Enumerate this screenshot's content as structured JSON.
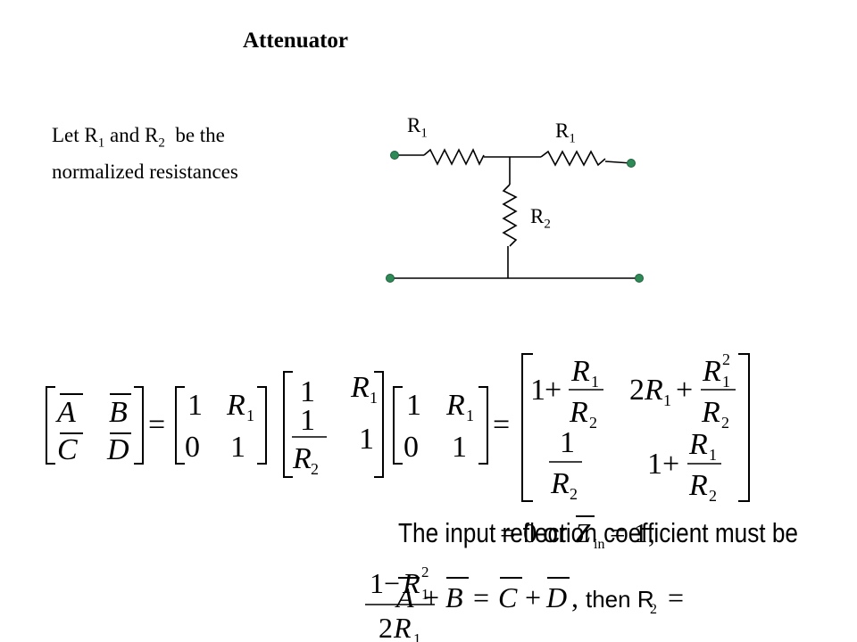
{
  "title": "Attenuator",
  "intro": {
    "line1_pre": "Let R",
    "line1_sub1": "1",
    "line1_mid": " and R",
    "line1_sub2": "2",
    "line1_post": "  be the",
    "line2": "normalized resistances"
  },
  "circuit": {
    "r1_left": {
      "base": "R",
      "sub": "1"
    },
    "r1_right": {
      "base": "R",
      "sub": "1"
    },
    "r2": {
      "base": "R",
      "sub": "2"
    }
  },
  "matrix_eq": {
    "A": "A",
    "B": "B",
    "C": "C",
    "D": "D",
    "one": "1",
    "zero": "0",
    "R": "R",
    "sub1": "1",
    "sub2": "2",
    "sup2": "2",
    "two": "2",
    "plus": "+",
    "eq": "="
  },
  "reflection_text": "The input reflection coefficient must be",
  "reflection_eq": {
    "eq": "=",
    "zero": "0",
    "or": "or",
    "Z": "Z",
    "zsub": "in",
    "one": "1",
    "comma": ","
  },
  "condition": {
    "A": "A",
    "B": "B",
    "C": "C",
    "D": "D",
    "plus": "+",
    "eq": "=",
    "comma": ",",
    "then": "then R",
    "r_sub": "2",
    "num_one": "1",
    "minus": "−",
    "R": "R",
    "sub1": "1",
    "sup2": "2",
    "den_two": "2"
  }
}
